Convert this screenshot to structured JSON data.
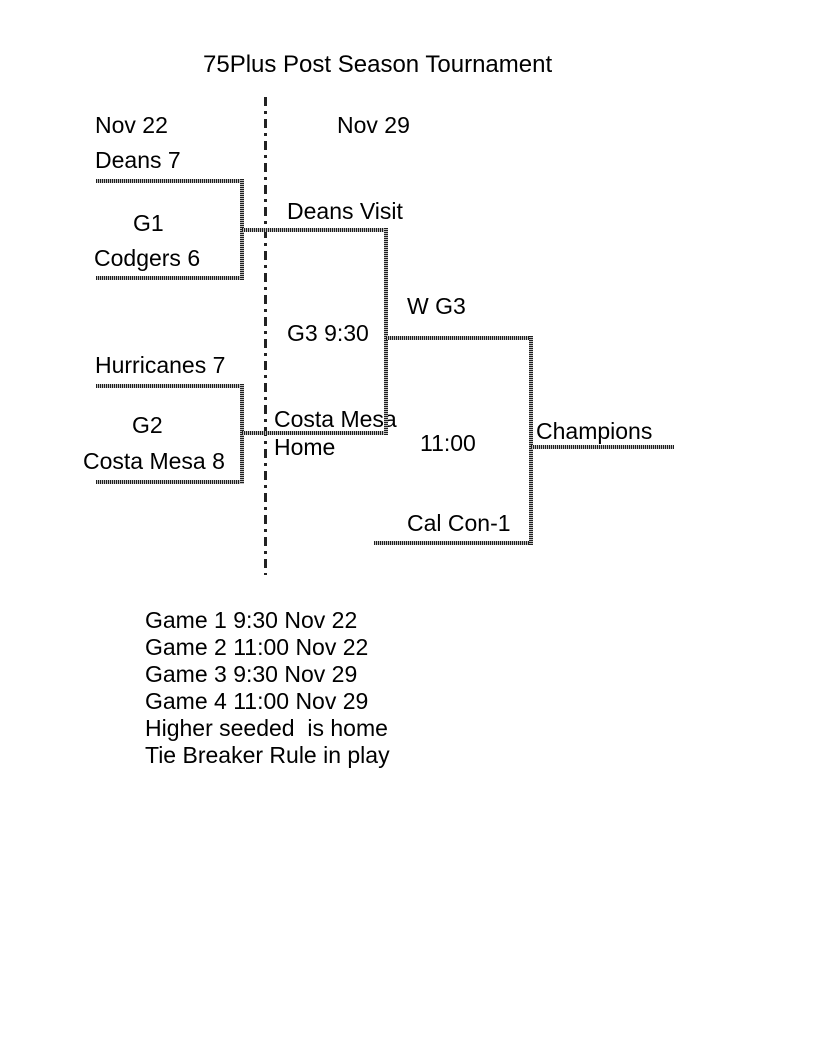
{
  "page_title": "75Plus Post Season Tournament",
  "rounds": {
    "round1_date": "Nov 22",
    "round2_date": "Nov 29"
  },
  "bracket": {
    "game1": {
      "label": "G1",
      "top_team": "Deans 7",
      "bottom_team": "Codgers 6"
    },
    "game2": {
      "label": "G2",
      "top_team": "Hurricanes 7",
      "bottom_team": "Costa Mesa 8"
    },
    "game3": {
      "label": "G3 9:30",
      "top_slot": "Deans Visit",
      "bottom_slot": "Costa Mesa Home"
    },
    "game4": {
      "label": "11:00",
      "top_slot": "W G3",
      "bottom_slot": "Cal Con-1"
    },
    "winner_slot": "Champions"
  },
  "notes": [
    "Game 1 9:30 Nov 22",
    "Game 2 11:00 Nov 22",
    "Game 3 9:30 Nov 29",
    "Game 4 11:00 Nov 29",
    "Higher seeded  is home",
    "Tie Breaker Rule in play"
  ],
  "colors": {
    "background": "#ffffff",
    "text": "#000000",
    "line_dark": "#1f1f1f",
    "line_light": "#bfbfbf"
  }
}
